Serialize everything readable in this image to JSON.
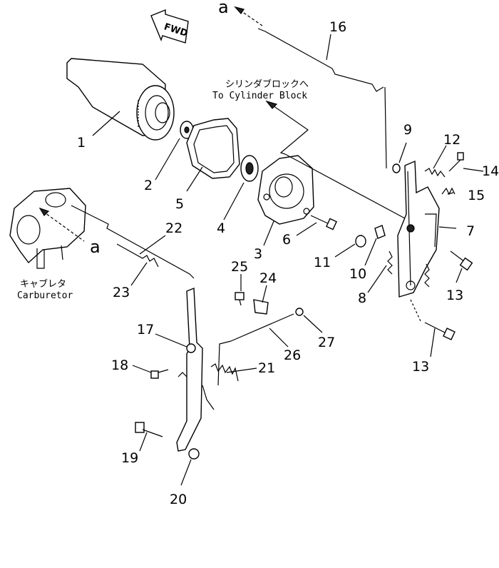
{
  "diagram": {
    "fwd_label": "FWD",
    "ref_mark_top": "a",
    "ref_mark_left": "a",
    "cylinder_block_jp": "シリンダブロックへ",
    "cylinder_block_en": "To Cylinder Block",
    "carburetor_jp": "キャブレタ",
    "carburetor_en": "Carburetor",
    "part_numbers": [
      "1",
      "2",
      "3",
      "4",
      "5",
      "6",
      "7",
      "8",
      "9",
      "10",
      "11",
      "12",
      "13",
      "13",
      "14",
      "15",
      "16",
      "17",
      "18",
      "19",
      "20",
      "21",
      "22",
      "23",
      "24",
      "25",
      "26",
      "27"
    ]
  }
}
